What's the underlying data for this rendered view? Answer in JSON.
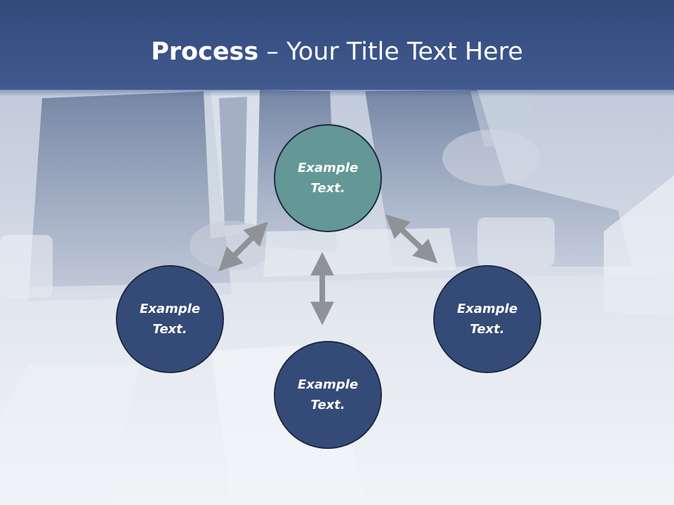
{
  "title": {
    "bold": "Process",
    "rest": " – Your Title Text Here"
  },
  "nodes": {
    "top": "Example Text.",
    "left": "Example Text.",
    "right": "Example Text.",
    "bottom": "Example Text."
  },
  "colors": {
    "header": "#3b5387",
    "node_top": "#639896",
    "node_other": "#354b77",
    "arrow": "#8f9398",
    "node_border": "#1e2b45",
    "text": "#ffffff"
  }
}
